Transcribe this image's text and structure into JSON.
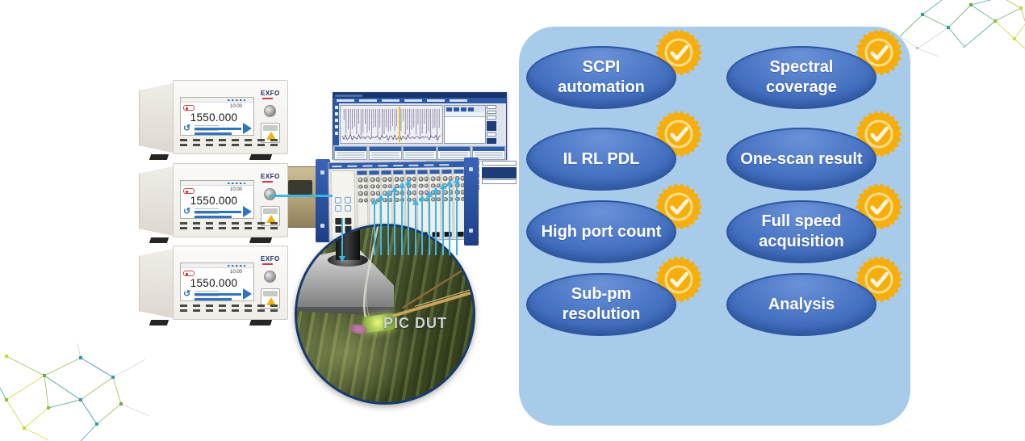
{
  "slide": {
    "background_color": "#ffffff",
    "accent_cyan": "#3db6e6"
  },
  "instrument": {
    "brand": "EXFO",
    "display_value": "1550.000",
    "display_time": "10:00",
    "count": 3
  },
  "dut_label": "PIC DUT",
  "features_panel": {
    "bg_color": "#a9cbea",
    "ellipse_top_color": "#6a92d8",
    "ellipse_bottom_color": "#2e5aa8",
    "ellipse_border_color": "#2b57a3",
    "badge_color": "#f6ae0d",
    "badge_ring_color": "#ffdf8e",
    "badge_check_color": "#fdf4da",
    "left_column": [
      "SCPI automation",
      "IL RL PDL",
      "High port count",
      "Sub-pm resolution"
    ],
    "right_column": [
      "Spectral coverage",
      "One-scan result",
      "Full speed acquisition",
      "Analysis"
    ]
  }
}
